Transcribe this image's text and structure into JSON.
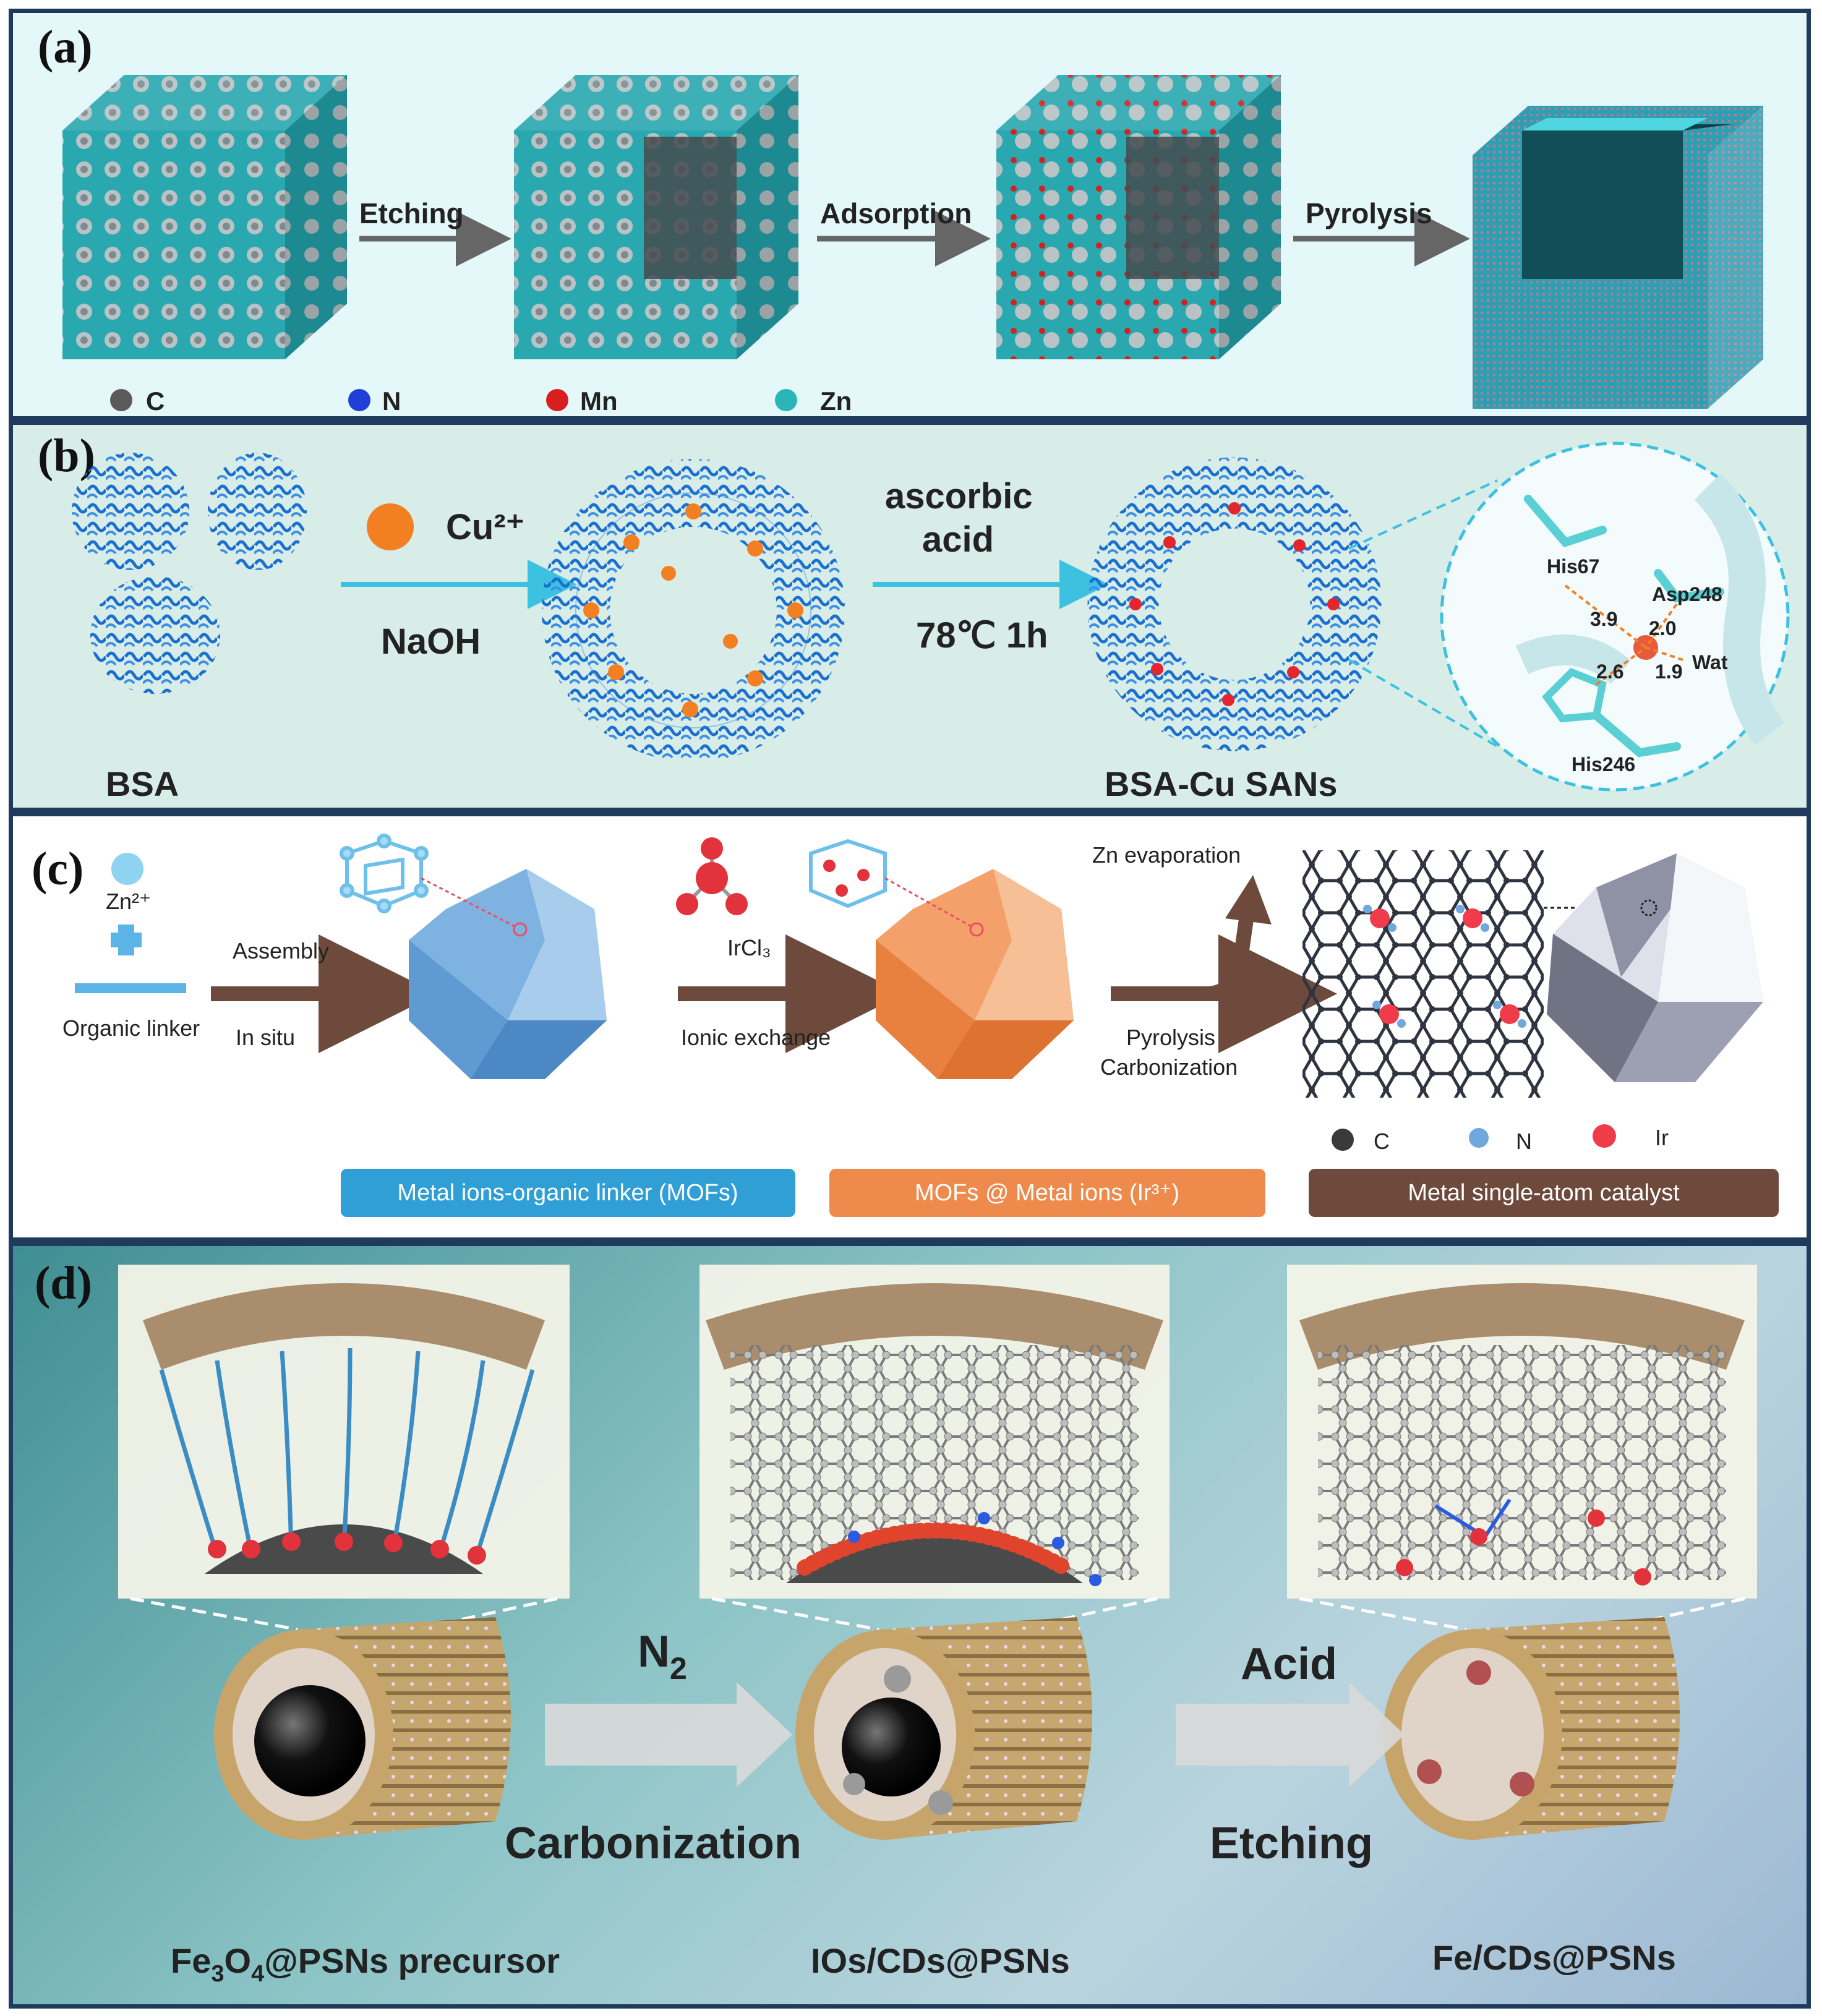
{
  "panel_a": {
    "label": "(a)",
    "steps": [
      "Etching",
      "Adsorption",
      "Pyrolysis"
    ],
    "legend": [
      {
        "symbol": "C",
        "color": "#5a5a5a"
      },
      {
        "symbol": "N",
        "color": "#1f3fd8"
      },
      {
        "symbol": "Mn",
        "color": "#d81e1e"
      },
      {
        "symbol": "Zn",
        "color": "#2bb5b8"
      }
    ]
  },
  "panel_b": {
    "label": "(b)",
    "reagent_top": "Cu²⁺",
    "reagent_bottom": "NaOH",
    "condition_top_1": "ascorbic",
    "condition_top_2": "acid",
    "condition_bottom": "78℃ 1h",
    "start_label": "BSA",
    "product_label": "BSA-Cu SANs",
    "site_labels": [
      "His67",
      "Asp248",
      "Wat",
      "His246"
    ],
    "distances": [
      "3.9",
      "2.0",
      "2.6",
      "1.9"
    ]
  },
  "panel_c": {
    "label": "(c)",
    "zn_label": "Zn²⁺",
    "linker_label": "Organic linker",
    "arrow1_top": "Assembly",
    "arrow1_bottom": "In situ",
    "reagent": "IrCl₃",
    "arrow2_bottom": "Ionic exchange",
    "evaporation": "Zn evaporation",
    "arrow3_bottom_1": "Pyrolysis",
    "arrow3_bottom_2": "Carbonization",
    "legend": [
      {
        "symbol": "C",
        "color": "#3a3a3a"
      },
      {
        "symbol": "N",
        "color": "#6fa7df"
      },
      {
        "symbol": "Ir",
        "color": "#ef3b4a"
      }
    ],
    "boxes": [
      {
        "text": "Metal ions-organic linker  (MOFs)",
        "color": "#2f9fd6"
      },
      {
        "text": "MOFs @ Metal ions (Ir³⁺)",
        "color": "#ee8a4c"
      },
      {
        "text": "Metal single-atom catalyst",
        "color": "#6e4a3c"
      }
    ]
  },
  "panel_d": {
    "label": "(d)",
    "arrow1_top": "N",
    "arrow1_top_sub": "2",
    "arrow1_bottom": "Carbonization",
    "arrow2_top": "Acid",
    "arrow2_bottom": "Etching",
    "product1_a": "Fe",
    "product1_sub1": "3",
    "product1_b": "O",
    "product1_sub2": "4",
    "product1_c": "@PSNs precursor",
    "product2": "IOs/CDs@PSNs",
    "product3": "Fe/CDs@PSNs"
  }
}
